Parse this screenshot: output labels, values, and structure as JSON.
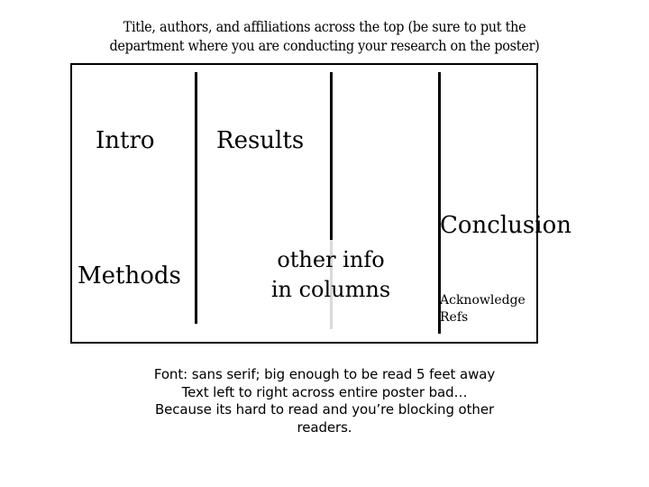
{
  "slide": {
    "background_color": "#ffffff",
    "text_color": "#000000"
  },
  "title_block": {
    "lines": [
      "Title, authors, and affiliations across the top (be sure to put the",
      "department where you are conducting your research on the poster)"
    ]
  },
  "poster_box": {
    "border_color": "#000000",
    "dividers": [
      {
        "name": "divider-1",
        "color": "#000000"
      },
      {
        "name": "divider-2",
        "color": "#000000"
      },
      {
        "name": "divider-2-faint",
        "color": "#d9d9d9"
      },
      {
        "name": "divider-3",
        "color": "#000000"
      }
    ],
    "sections": {
      "intro": "Intro",
      "methods": "Methods",
      "results": "Results",
      "other_info": "other info in columns",
      "conclusion": "Conclusion",
      "acknowledge": "Acknowledge",
      "refs": "Refs"
    }
  },
  "footer_note": {
    "lines": [
      "Font: sans serif; big enough to be read 5 feet away",
      "Text left to right across entire poster bad…",
      "Because its hard to read and you’re blocking other",
      "readers."
    ]
  }
}
